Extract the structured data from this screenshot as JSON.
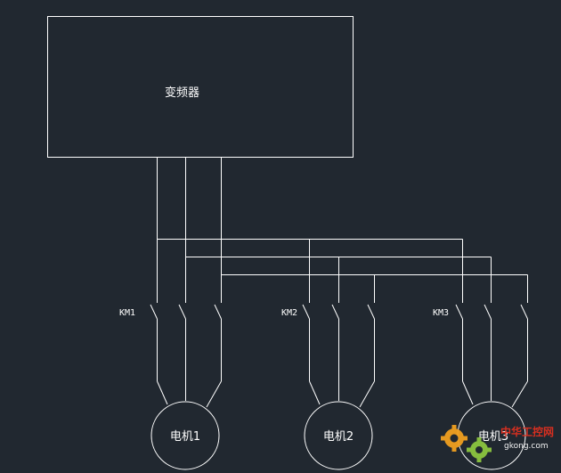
{
  "diagram": {
    "inverter_label": "变频器",
    "contactors": [
      {
        "label": "KM1"
      },
      {
        "label": "KM2"
      },
      {
        "label": "KM3"
      }
    ],
    "motors": [
      {
        "label": "电机1"
      },
      {
        "label": "电机2"
      },
      {
        "label": "电机3"
      }
    ]
  },
  "watermark": {
    "name": "中华工控网",
    "url": "gkong.com",
    "colors": {
      "gear_orange": "#f0a020",
      "gear_green": "#8cc63f",
      "text_red": "#e03020"
    }
  },
  "colors": {
    "background": "#212830",
    "lines": "#ffffff"
  }
}
